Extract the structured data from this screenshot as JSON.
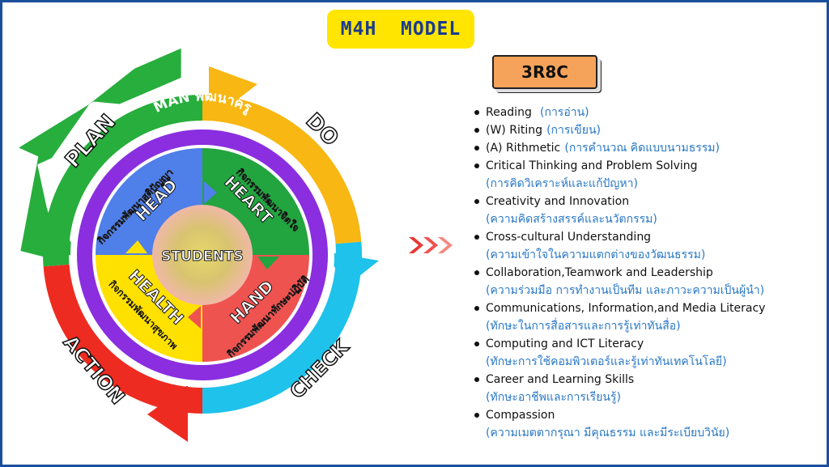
{
  "title": "M4H  MODEL",
  "badge": "3R8C",
  "cycle": {
    "plan": "PLAN",
    "do": "DO",
    "check": "CHECK",
    "action": "ACTION"
  },
  "wheel": {
    "man": "MAN  พัฒนาครู",
    "center": "STUDENTS",
    "head": {
      "title": "HEAD",
      "sub": "กิจกรรมพัฒนาสติปัญญา"
    },
    "heart": {
      "title": "HEART",
      "sub": "กิจกรรมพัฒนาจิตใจ"
    },
    "health": {
      "title": "HEALTH",
      "sub": "กิจกรรมพัฒนาสุขภาพ"
    },
    "hand": {
      "title": "HAND",
      "sub": "กิจกรรมพัฒนาทักษะปฏิบัติ"
    }
  },
  "colors": {
    "plan": "#27ae3c",
    "do": "#f8b712",
    "check": "#1ec2ea",
    "action": "#ee2b20",
    "ring": "#8a2ee0",
    "head": "#4f7fe8",
    "heart": "#22a43f",
    "health": "#ffe100",
    "hand": "#ef5350",
    "title_bg": "#ffe500",
    "badge_bg": "#f5a35a",
    "thai_text": "#2a78c6"
  },
  "skills": [
    {
      "en": "Reading",
      "th": "(การอ่าน)",
      "inline": true
    },
    {
      "en": "(W) Riting",
      "th": "(การเขียน)",
      "inline": true
    },
    {
      "en": "(A) Rithmetic",
      "th": "(การคำนวณ คิดแบบนามธรรม)",
      "inline": true
    },
    {
      "en": "Critical Thinking and Problem Solving",
      "th": "(การคิดวิเคราะห์และแก้ปัญหา)",
      "inline": false
    },
    {
      "en": "Creativity and Innovation",
      "th": "(ความคิดสร้างสรรค์และนวัตกรรม)",
      "inline": false
    },
    {
      "en": "Cross-cultural Understanding",
      "th": "(ความเข้าใจในความแตกต่างของวัฒนธรรม)",
      "inline": false
    },
    {
      "en": "Collaboration,Teamwork and Leadership",
      "th": "(ความร่วมมือ การทำงานเป็นทีม และภาวะความเป็นผู้นำ)",
      "inline": false
    },
    {
      "en": "Communications, Information,and Media Literacy",
      "th": "(ทักษะในการสื่อสารและการรู้เท่าทันสื่อ)",
      "inline": false
    },
    {
      "en": "Computing and ICT Literacy",
      "th": "(ทักษะการใช้คอมพิวเตอร์และรู้เท่าทันเทคโนโลยี)",
      "inline": false
    },
    {
      "en": "Career and Learning Skills",
      "th": "(ทักษะอาชีพและการเรียนรู้)",
      "inline": false
    },
    {
      "en": "Compassion",
      "th": "(ความเมตตากรุณา มีคุณธรรม และมีระเบียบวินัย)",
      "inline": false
    }
  ]
}
